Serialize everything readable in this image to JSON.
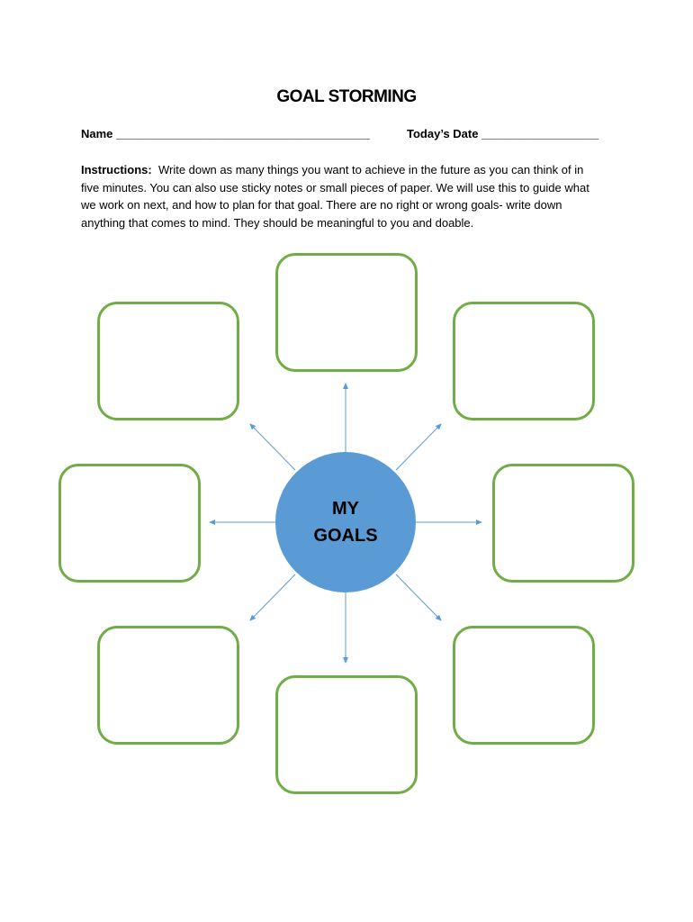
{
  "title": "GOAL STORMING",
  "name_field": {
    "label": "Name",
    "blank": "_______________________________________"
  },
  "date_field": {
    "label": "Today’s Date",
    "blank": "__________________"
  },
  "instructions": {
    "label": "Instructions:",
    "text": "Write down as many things you want to achieve in the future as you can think of in five minutes. You can also use sticky notes or small pieces of paper.  We will use this to guide what we work on next, and how to plan for that goal. There are no right or wrong goals- write down anything that comes to mind.  They should be meaningful to you and doable."
  },
  "center": {
    "line1": "MY",
    "line2": "GOALS"
  },
  "colors": {
    "box_border": "#70ad47",
    "circle_fill": "#5b9bd5",
    "arrow": "#5b9bd5"
  },
  "goal_box_count": 8
}
